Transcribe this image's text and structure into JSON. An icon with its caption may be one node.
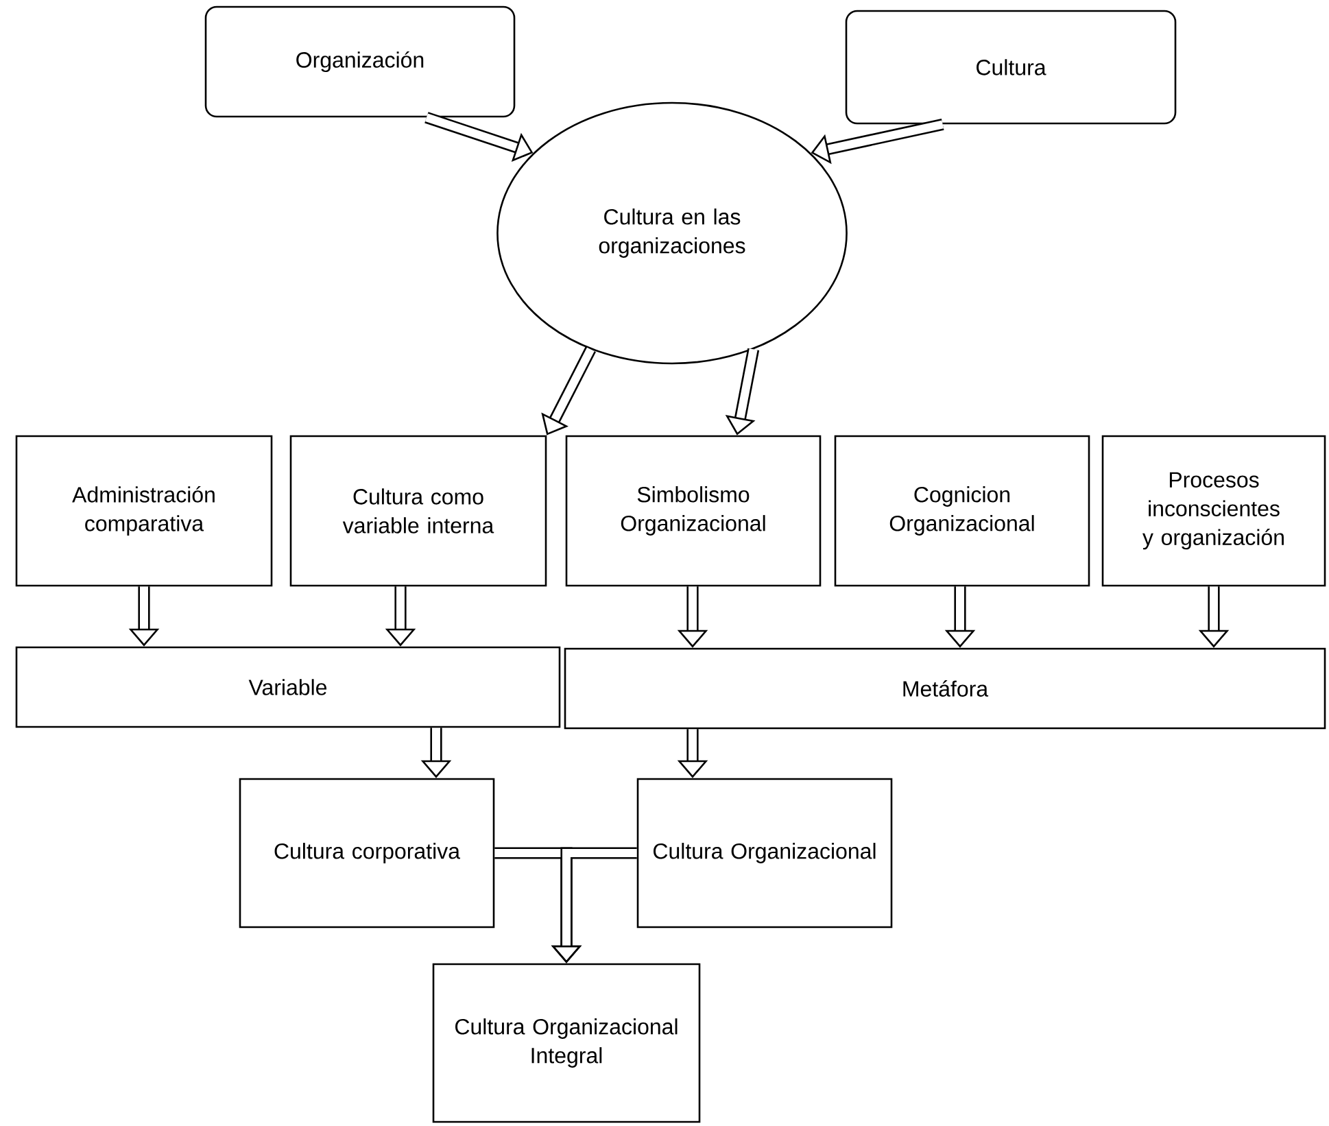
{
  "diagram": {
    "nodes": [
      {
        "text": [
          "Organización"
        ]
      },
      {
        "text": [
          "Cultura"
        ]
      },
      {
        "text": [
          "Cultura en las organizaciones"
        ]
      },
      {
        "text": [
          "Administración comparativa"
        ]
      },
      {
        "text": [
          "Cultura como variable interna"
        ]
      },
      {
        "text": [
          "Simbolismo Organizacional"
        ]
      },
      {
        "text": [
          "Cognicion Organizacional"
        ]
      },
      {
        "text": [
          "Procesos inconscientes y organización"
        ]
      },
      {
        "text": [
          "Variable"
        ]
      },
      {
        "text": [
          "Metáfora"
        ]
      },
      {
        "text": [
          "Cultura corporativa"
        ]
      },
      {
        "text": [
          "Cultura Organizacional"
        ]
      },
      {
        "text": [
          "Cultura Organizacional Integral"
        ]
      }
    ],
    "edges": [
      {
        "from": 0,
        "to": 2,
        "arrow": "to"
      },
      {
        "from": 1,
        "to": 2,
        "arrow": "to"
      },
      {
        "from": 2,
        "to": 4,
        "arrow": "to"
      },
      {
        "from": 2,
        "to": 5,
        "arrow": "to"
      },
      {
        "from": 3,
        "to": 8,
        "arrow": "to"
      },
      {
        "from": 4,
        "to": 8,
        "arrow": "to"
      },
      {
        "from": 5,
        "to": 9,
        "arrow": "to"
      },
      {
        "from": 6,
        "to": 9,
        "arrow": "to"
      },
      {
        "from": 7,
        "to": 9,
        "arrow": "to"
      },
      {
        "from": 8,
        "to": 10,
        "arrow": "to"
      },
      {
        "from": 9,
        "to": 11,
        "arrow": "to"
      },
      {
        "from": 10,
        "to": 12,
        "arrow": "to"
      },
      {
        "from": 11,
        "to": 12,
        "arrow": "to"
      }
    ]
  }
}
